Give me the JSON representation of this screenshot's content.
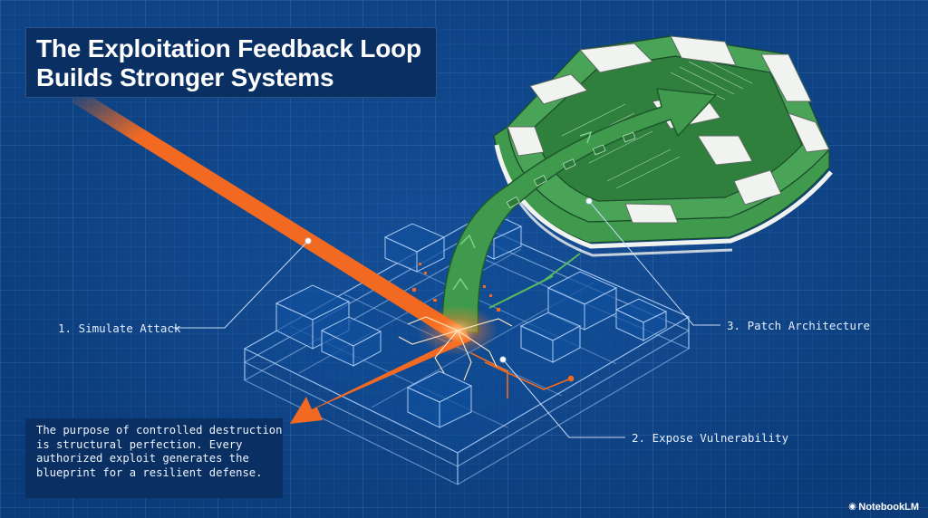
{
  "title": {
    "line1": "The Exploitation Feedback Loop",
    "line2": "Builds Stronger Systems"
  },
  "labels": {
    "step1": "1. Simulate Attack",
    "step2": "2. Expose Vulnerability",
    "step3": "3. Patch Architecture"
  },
  "caption": "The purpose of controlled destruction is structural perfection. Every authorized exploit generates the blueprint for a resilient defense.",
  "brand": {
    "name": "NotebookLM",
    "icon": "notebooklm-logo-icon"
  },
  "colors": {
    "background": "#0c3f80",
    "attack_arrow": "#f26a21",
    "patch_arrow": "#3f9a4e",
    "blueprint_line": "#8fb6e8",
    "shield_panel": "#f1f3f0"
  }
}
